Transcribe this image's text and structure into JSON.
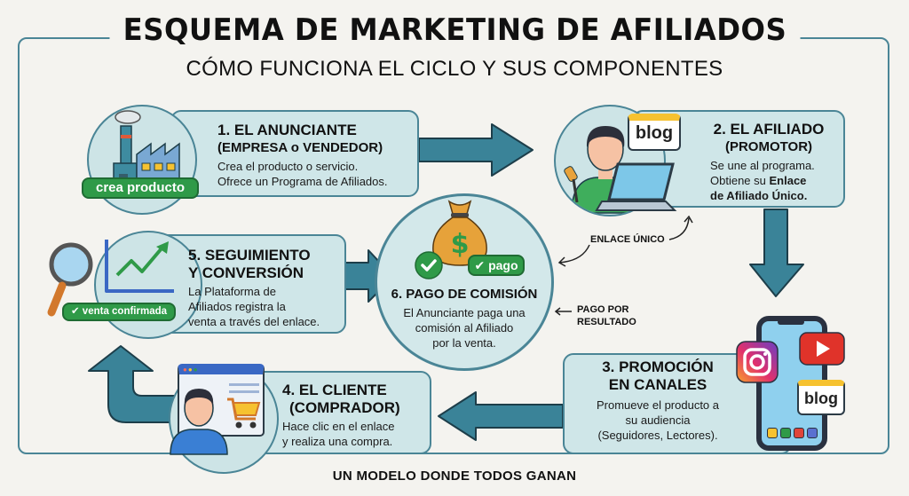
{
  "header": {
    "title": "ESQUEMA DE MARKETING DE AFILIADOS",
    "subtitle": "CÓMO FUNCIONA EL CICLO Y SUS COMPONENTES"
  },
  "footer": {
    "text": "UN MODELO DONDE TODOS GANAN"
  },
  "steps": [
    {
      "title": "1. EL ANUNCIANTE",
      "subtitle": "(EMPRESA o VENDEDOR)",
      "lines": [
        "Crea el producto o servicio.",
        "Ofrece un Programa de Afiliados."
      ],
      "badge": "crea producto",
      "icon": "factory-icon"
    },
    {
      "title": "2. EL AFILIADO",
      "subtitle": "(PROMOTOR)",
      "lines": [
        "Se une al programa.",
        "Obtiene su",
        "Enlace",
        "de Afiliado Único."
      ],
      "bubble": "blog",
      "icon": "affiliate-person-icon"
    },
    {
      "title": "3. PROMOCIÓN",
      "subtitle": "EN CANALES",
      "lines": [
        "Promueve el producto a",
        "su audiencia",
        "(Seguidores, Lectores)."
      ],
      "bubble": "blog",
      "icon": "smartphone-channels-icon"
    },
    {
      "title": "4. EL CLIENTE",
      "subtitle": "(COMPRADOR)",
      "lines": [
        "Hace clic en el enlace",
        "y realiza una compra."
      ],
      "icon": "customer-cart-icon"
    },
    {
      "title": "5. SEGUIMIENTO",
      "subtitle": "Y CONVERSIÓN",
      "lines": [
        "La Plataforma de",
        "Afiliados registra la",
        "venta a través del enlace."
      ],
      "badge": "venta confirmada",
      "icon": "analytics-chart-icon"
    },
    {
      "title": "6. PAGO DE COMISIÓN",
      "lines": [
        "El Anunciante paga una",
        "comisión al Afiliado",
        "por la venta."
      ],
      "badge": "pago",
      "icon": "money-bag-icon"
    }
  ],
  "annotations": {
    "link": "ENLACE ÚNICO",
    "pay_line1": "PAGO POR",
    "pay_line2": "RESULTADO"
  },
  "colors": {
    "frame": "#4a8596",
    "card_bg": "#cfe6e8",
    "arrow": "#3a8398",
    "badge_green": "#2f9a48",
    "background": "#f4f3ef"
  }
}
